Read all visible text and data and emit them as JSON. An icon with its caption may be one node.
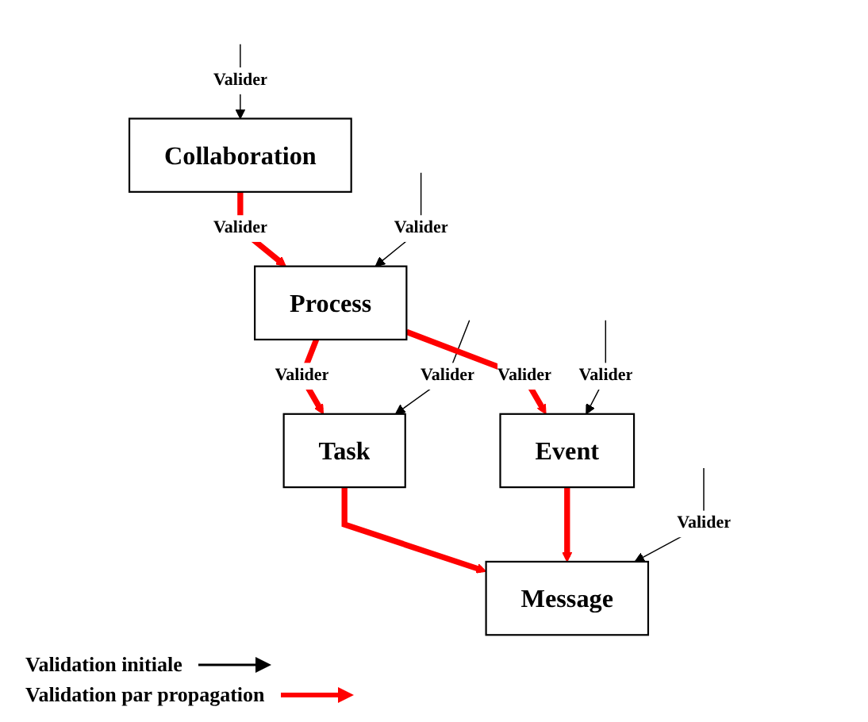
{
  "diagram": {
    "nodes": [
      {
        "text": [
          "Collaboration"
        ]
      },
      {
        "text": [
          "Process"
        ]
      },
      {
        "text": [
          "Task"
        ]
      },
      {
        "text": [
          "Event"
        ]
      },
      {
        "text": [
          "Message"
        ]
      }
    ],
    "edges": [
      {
        "from": null,
        "to": 0,
        "arrow": "to",
        "label": "Valider",
        "color": "#000000"
      },
      {
        "from": 0,
        "to": 1,
        "arrow": "to",
        "label": "Valider",
        "style": "thick",
        "color": "#ff0000"
      },
      {
        "from": null,
        "to": 1,
        "arrow": "to",
        "label": "Valider",
        "color": "#000000"
      },
      {
        "from": 1,
        "to": 2,
        "arrow": "to",
        "label": "Valider",
        "style": "thick",
        "color": "#ff0000"
      },
      {
        "from": null,
        "to": 2,
        "arrow": "to",
        "label": "Valider",
        "color": "#000000"
      },
      {
        "from": 1,
        "to": 3,
        "arrow": "to",
        "label": "Valider",
        "style": "thick",
        "color": "#ff0000"
      },
      {
        "from": null,
        "to": 3,
        "arrow": "to",
        "label": "Valider",
        "color": "#000000"
      },
      {
        "from": 2,
        "to": 4,
        "arrow": "to",
        "style": "thick",
        "color": "#ff0000"
      },
      {
        "from": 3,
        "to": 4,
        "arrow": "to",
        "style": "thick",
        "color": "#ff0000"
      },
      {
        "from": null,
        "to": 4,
        "arrow": "to",
        "label": "Valider",
        "color": "#000000"
      }
    ],
    "legend": [
      {
        "text": "Validation initiale"
      },
      {
        "text": "Validation par propagation"
      }
    ]
  }
}
